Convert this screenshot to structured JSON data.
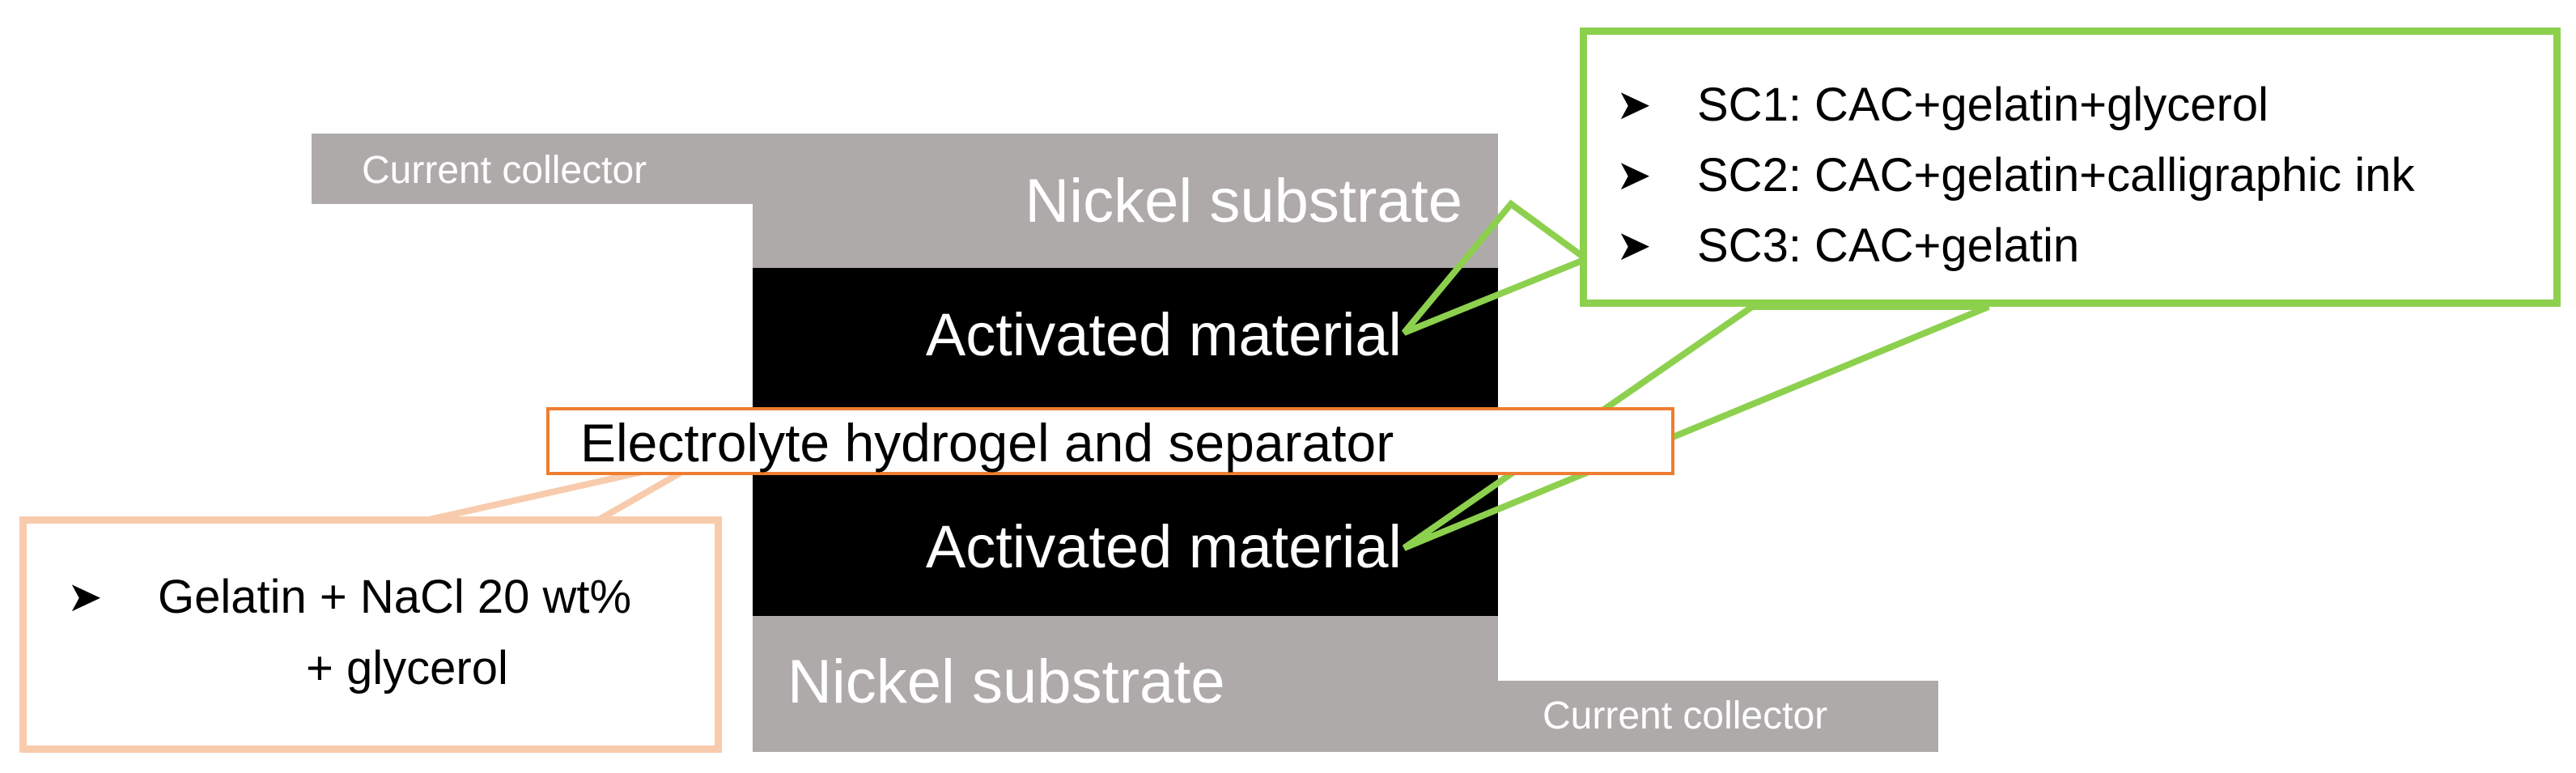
{
  "diagram": {
    "top_collector_label": "Current collector",
    "top_substrate_label": "Nickel substrate",
    "top_material_label": "Activated material",
    "electrolyte_label": "Electrolyte hydrogel and separator",
    "bottom_material_label": "Activated material",
    "bottom_substrate_label": "Nickel substrate",
    "bottom_collector_label": "Current collector",
    "colors": {
      "substrate": "#aeaaaa",
      "material": "#000000",
      "green_callout": "#8dd04e",
      "orange_outline": "#ee7d31",
      "peach_callout": "#f8cbad"
    }
  },
  "green_callout": {
    "bullet_icon": "arrowhead-bullet",
    "items": [
      "SC1: CAC+gelatin+glycerol",
      "SC2: CAC+gelatin+calligraphic ink",
      "SC3: CAC+gelatin"
    ]
  },
  "peach_callout": {
    "bullet_icon": "arrowhead-bullet",
    "line1": "Gelatin + NaCl 20 wt%",
    "line2": "+ glycerol"
  }
}
